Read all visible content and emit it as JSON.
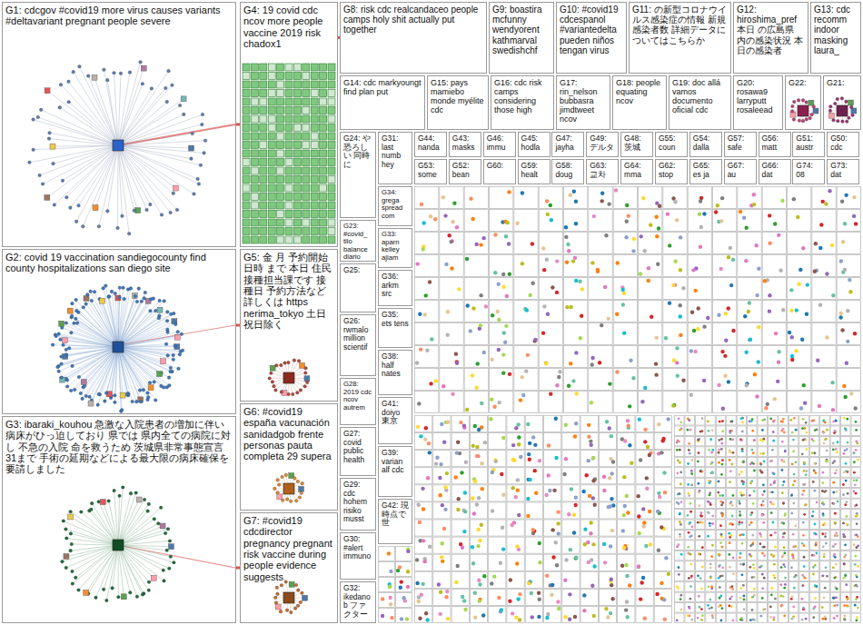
{
  "diagram": {
    "nodes": [
      {
        "text": [
          "G1: cdcgov #covid19 more virus causes variants #deltavariant pregnant people severe"
        ]
      },
      {
        "text": [
          "G2: covid 19 vaccination sandiegocounty find county hospitalizations san diego site"
        ]
      },
      {
        "text": [
          "G3: ibaraki_kouhou 急激な入院患者の増加に伴い 病床がひっ迫しており 県では 県内全ての病院に対し 不急の入院 命を救うため 茨城県非常事態宣言 31まで 手術の延期などによる最大限の病床確保を要請しました"
        ]
      },
      {
        "text": [
          "G4: 19 covid cdc ncov more people vaccine 2019 risk chadox1"
        ]
      },
      {
        "text": [
          "G5: 金 月 予約開始 日時 まで 本日 住民 接種担当課です 接種日 予約方法など詳しくは https nerima_tokyo 土日 祝日除く"
        ]
      },
      {
        "text": [
          "G6: #covid19 españa vacunación sanidadgob frente personas pauta completa 29 supera"
        ]
      },
      {
        "text": [
          "G7: #covid19 cdcdirector pregnancy pregnant risk vaccine during people evidence suggests"
        ]
      },
      {
        "text": [
          "G8: risk cdc realcandaceo people camps holy shit actually put together"
        ]
      },
      {
        "text": [
          "G9: boastira mcfunny wendyorent kathmarval swedishchf"
        ]
      },
      {
        "text": [
          "G10: #covid19 cdcespanol #variantedelta pueden niños tengan virus"
        ]
      },
      {
        "text": [
          "G11: の新型コロナウイルス感染症の情報 新規感染者数 詳細データについてはこちらか"
        ]
      },
      {
        "text": [
          "G12: hiroshima_pref 本日 の広島県 内の感染状況 本日の感染者"
        ]
      },
      {
        "text": [
          "G13: cdc recomm indoor masking laura_"
        ]
      },
      {
        "text": [
          "G14: cdc markyoungt find plan put"
        ]
      },
      {
        "text": [
          "G15: pays mamiebo monde myélite cdc"
        ]
      },
      {
        "text": [
          "G16: cdc risk camps considering those high"
        ]
      },
      {
        "text": [
          "G17: rin_nelson bubbasra jimdtweet ncov"
        ]
      },
      {
        "text": [
          "G18: people equating ncov"
        ]
      },
      {
        "text": [
          "G19: doc allá vamos documento oficial cdc"
        ]
      },
      {
        "text": [
          "G20: rosawa9 larryputt rosaleead"
        ]
      },
      {
        "text": [
          "G22:"
        ]
      },
      {
        "text": [
          "G21:"
        ]
      },
      {
        "text": [
          "G24: や恐ろしい 同時に"
        ]
      },
      {
        "text": [
          "G23: #covid_ tilo balance diario"
        ]
      },
      {
        "text": [
          "G25:"
        ]
      },
      {
        "text": [
          "G26: rwmalo million scientif"
        ]
      },
      {
        "text": [
          "G28: 2019 cdc ncov autrem"
        ]
      },
      {
        "text": [
          "G27: covid public health"
        ]
      },
      {
        "text": [
          "G29: cdc hohem risiko musst"
        ]
      },
      {
        "text": [
          "G30: #alert immuno"
        ]
      },
      {
        "text": [
          "G32: ikedanob ファクター"
        ]
      },
      {
        "text": [
          "G31: last numb hey"
        ]
      },
      {
        "text": [
          "G34: grega spread com"
        ]
      },
      {
        "text": [
          "G33: aparn kelley ajlam"
        ]
      },
      {
        "text": [
          "G36: arkm src"
        ]
      },
      {
        "text": [
          "G35: ets tens"
        ]
      },
      {
        "text": [
          "G38: half nates"
        ]
      },
      {
        "text": [
          "G41: doiyo 東京"
        ]
      },
      {
        "text": [
          "G39: varian alf cdc"
        ]
      },
      {
        "text": [
          "G42: 現時点で 世"
        ]
      },
      {
        "text": [
          "G44: nanda"
        ]
      },
      {
        "text": [
          "G43: masks"
        ]
      },
      {
        "text": [
          "G46: immu"
        ]
      },
      {
        "text": [
          "G45: hodla"
        ]
      },
      {
        "text": [
          "G47: jayha"
        ]
      },
      {
        "text": [
          "G49: デルタ"
        ]
      },
      {
        "text": [
          "G48: 茨城"
        ]
      },
      {
        "text": [
          "G55: coun"
        ]
      },
      {
        "text": [
          "G54: dalla"
        ]
      },
      {
        "text": [
          "G57: safe"
        ]
      },
      {
        "text": [
          "G56: matt"
        ]
      },
      {
        "text": [
          "G51: austr"
        ]
      },
      {
        "text": [
          "G50: cdc"
        ]
      },
      {
        "text": [
          "G53: some"
        ]
      },
      {
        "text": [
          "G52: bean"
        ]
      },
      {
        "text": [
          "G60:"
        ]
      },
      {
        "text": [
          "G59: healt"
        ]
      },
      {
        "text": [
          "G58: doug"
        ]
      },
      {
        "text": [
          "G63: 교차"
        ]
      },
      {
        "text": [
          "G64: mma"
        ]
      },
      {
        "text": [
          "G62: stop"
        ]
      },
      {
        "text": [
          "G65: es ja"
        ]
      },
      {
        "text": [
          "G67: au"
        ]
      },
      {
        "text": [
          "G66: dat"
        ]
      },
      {
        "text": [
          "G74: 08"
        ]
      },
      {
        "text": [
          "G73: dat"
        ]
      }
    ],
    "edges": [
      {
        "from": 0,
        "to": 3,
        "arrow": "none"
      },
      {
        "from": 1,
        "to": 4,
        "arrow": "none"
      },
      {
        "from": 2,
        "to": 6,
        "arrow": "none"
      },
      {
        "from": 3,
        "to": 7,
        "arrow": "none"
      }
    ]
  }
}
